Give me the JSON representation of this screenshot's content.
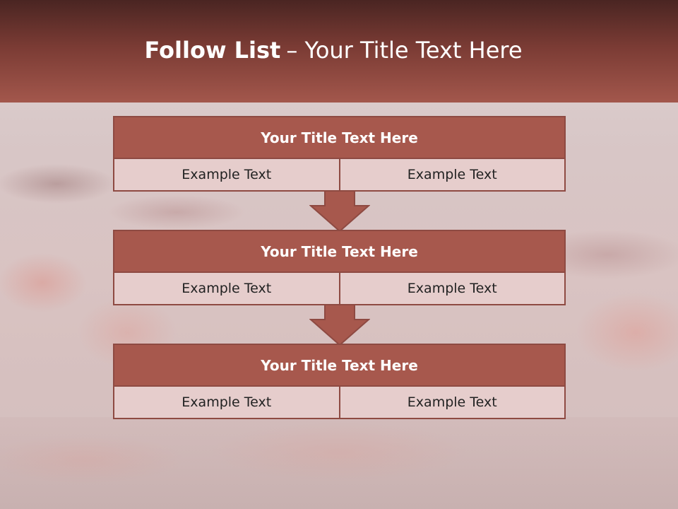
{
  "slide": {
    "title_bold": "Follow List",
    "title_rest": "– Your Title Text Here"
  },
  "steps": [
    {
      "title": "Your Title Text Here",
      "left": "Example Text",
      "right": "Example Text"
    },
    {
      "title": "Your Title Text Here",
      "left": "Example Text",
      "right": "Example Text"
    },
    {
      "title": "Your Title Text Here",
      "left": "Example Text",
      "right": "Example Text"
    }
  ],
  "colors": {
    "header_dark": "#4a2522",
    "header_light": "#a3574c",
    "box_header": "#a7584d",
    "box_border": "#8e4a42",
    "box_cell": "#e6cdcc"
  },
  "icons": [
    "down-arrow-icon",
    "down-arrow-icon"
  ]
}
